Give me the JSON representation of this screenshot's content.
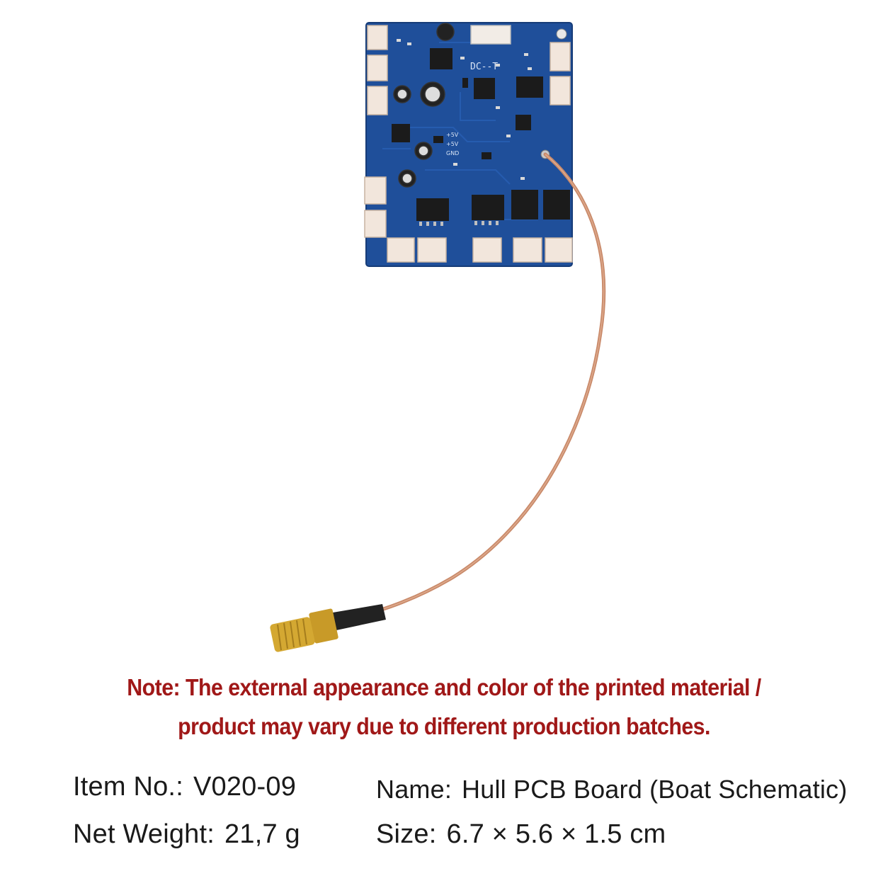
{
  "note": {
    "line1": "Note: The external appearance and color of the printed material /",
    "line2": "product may vary due to different production batches."
  },
  "specs": {
    "item_no": {
      "label": "Item No.:",
      "value": "V020-09"
    },
    "net_weight": {
      "label": "Net Weight:",
      "value": "21,7 g"
    },
    "name": {
      "label": "Name:",
      "value": "Hull PCB Board (Boat Schematic)"
    },
    "size": {
      "label": "Size:",
      "value": "6.7 × 5.6 × 1.5 cm"
    }
  },
  "board_silkscreen": {
    "model": "DC--T",
    "pin_5v_a": "+5V",
    "pin_5v_b": "+5V",
    "pin_gnd": "GND"
  },
  "colors": {
    "pcb": "#1f4f9a",
    "note_text": "#a01818",
    "cable": "#c98a6a",
    "connector_gold": "#d4a832"
  }
}
